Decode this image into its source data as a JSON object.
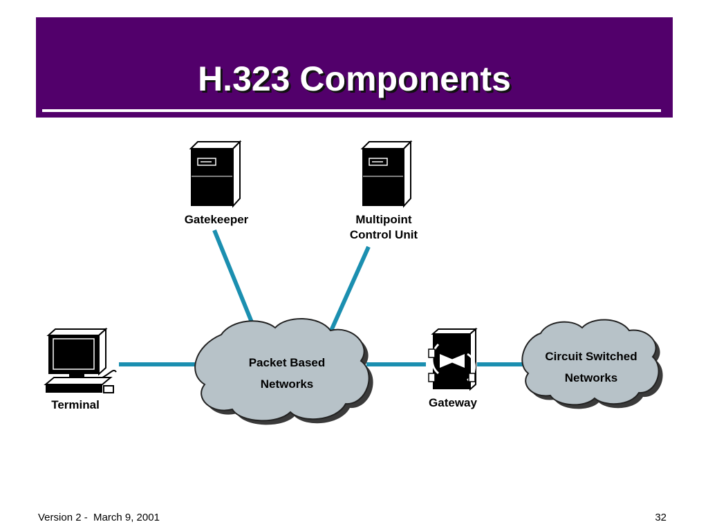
{
  "slide": {
    "title": "H.323 Components",
    "footer_left": "Version 2 -  March 9, 2001",
    "page_number": "32"
  },
  "components": {
    "gatekeeper": "Gatekeeper",
    "mcu_line1": "Multipoint",
    "mcu_line2": "Control Unit",
    "terminal": "Terminal",
    "gateway": "Gateway",
    "packet_line1": "Packet Based",
    "packet_line2": "Networks",
    "circuit_line1": "Circuit Switched",
    "circuit_line2": "Networks"
  },
  "colors": {
    "banner": "#52006b",
    "link": "#1b8fb0",
    "cloud_fill": "#b7c2c8",
    "device": "#000000"
  },
  "icons": [
    "server-icon",
    "computer-terminal-icon",
    "gateway-icon",
    "cloud-icon"
  ]
}
